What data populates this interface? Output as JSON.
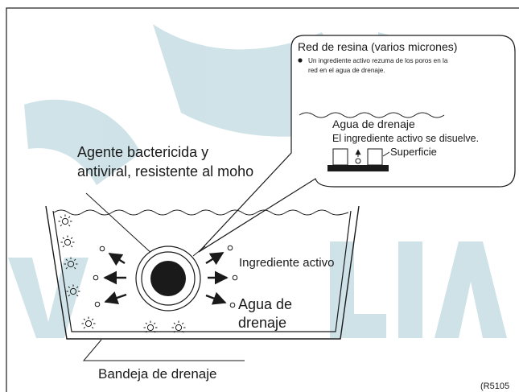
{
  "watermark_color": "#a9ccd7",
  "ink_color": "#1a1a1a",
  "callout": {
    "title": "Red de resina (varios micrones)",
    "bullet": "Un ingrediente activo rezuma de los poros en la red en el agua de drenaje.",
    "bullet_line1": "Un ingrediente activo rezuma de los poros en la",
    "bullet_line2": "red en el agua de drenaje.",
    "water_label": "Agua de drenaje",
    "dissolve_label": "El ingrediente activo se disuelve.",
    "surface_label": "Superficie"
  },
  "labels": {
    "agent_line1": "Agente bactericida y",
    "agent_line2": "antiviral, resistente al moho",
    "ingredient": "Ingrediente activo",
    "water_line1": "Agua de",
    "water_line2": "drenaje",
    "tray": "Bandeja de drenaje",
    "ref_code": "(R5105"
  },
  "icons": {
    "bubble": "sparkle-bubble-icon",
    "arrow": "outward-arrow-icon",
    "pore": "pore-block-icon"
  }
}
